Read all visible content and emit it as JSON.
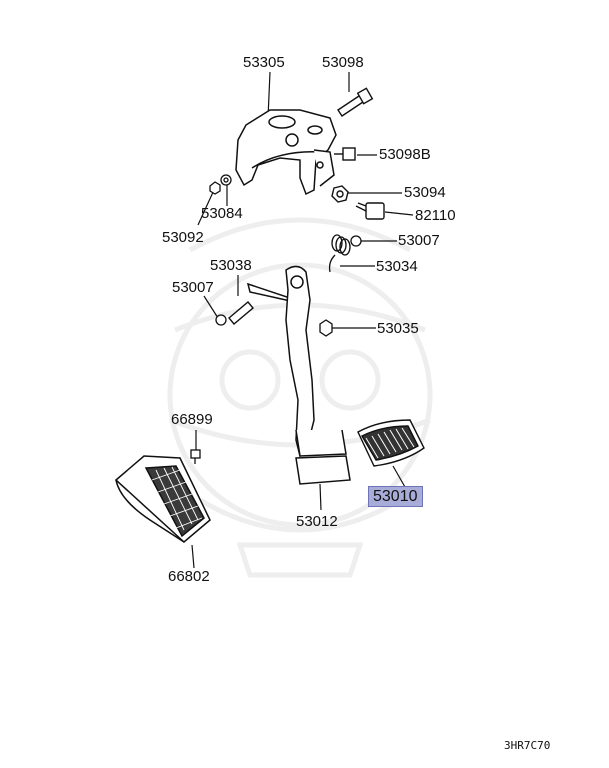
{
  "parts": {
    "p53305": "53305",
    "p53098": "53098",
    "p53098b": "53098B",
    "p53094": "53094",
    "p82110": "82110",
    "p53084": "53084",
    "p53092": "53092",
    "p53007a": "53007",
    "p53038": "53038",
    "p53034": "53034",
    "p53007b": "53007",
    "p53035": "53035",
    "p66899": "66899",
    "p53010": "53010",
    "p53012": "53012",
    "p66802": "66802"
  },
  "highlight_color": "#a8acd8",
  "diagram_code": "3HR7C70"
}
